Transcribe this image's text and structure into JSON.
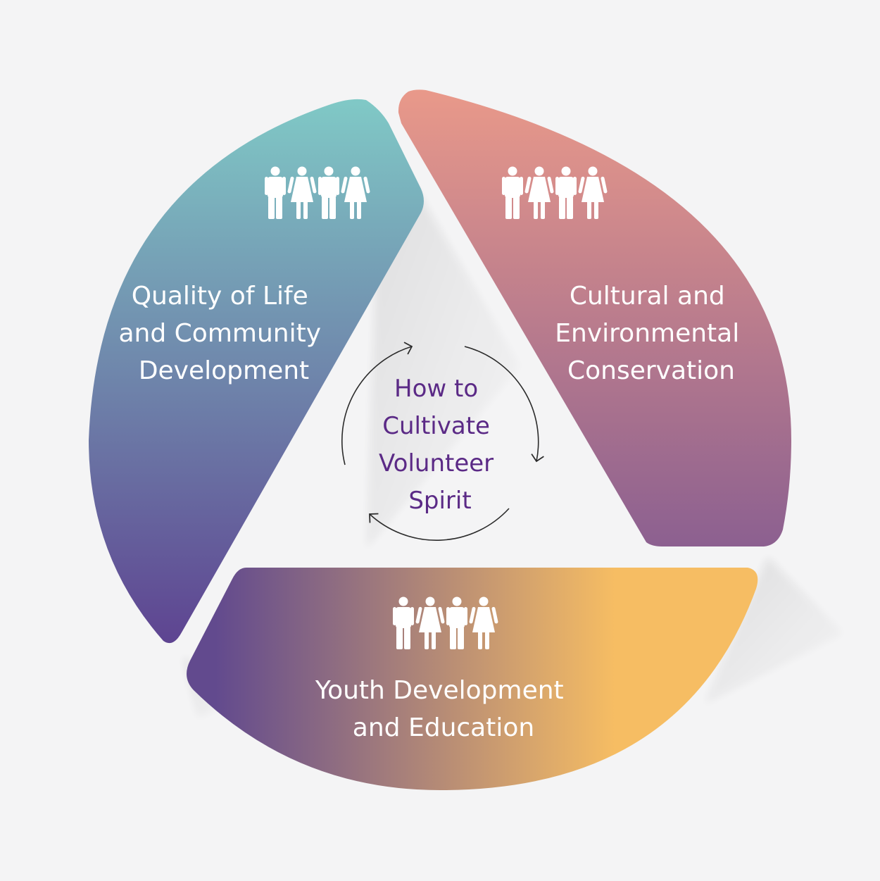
{
  "diagram": {
    "center": {
      "lines": [
        "How to",
        "Cultivate",
        "Volunteer",
        "Spirit"
      ],
      "color": "#5b2a86"
    },
    "segments": [
      {
        "lines": [
          "Quality of Life",
          "and Community",
          "Development"
        ],
        "icon": "people-group-icon",
        "gradient": [
          "#80c9c6",
          "#5e4491"
        ]
      },
      {
        "lines": [
          "Cultural and",
          "Environmental",
          "Conservation"
        ],
        "icon": "people-group-icon",
        "gradient": [
          "#e9998a",
          "#8c6090"
        ]
      },
      {
        "lines": [
          "Youth Development",
          "and Education"
        ],
        "icon": "people-group-icon",
        "gradient": [
          "#624a8e",
          "#f6bd63"
        ]
      }
    ],
    "background": "#f4f4f5",
    "text_color": "#ffffff"
  }
}
